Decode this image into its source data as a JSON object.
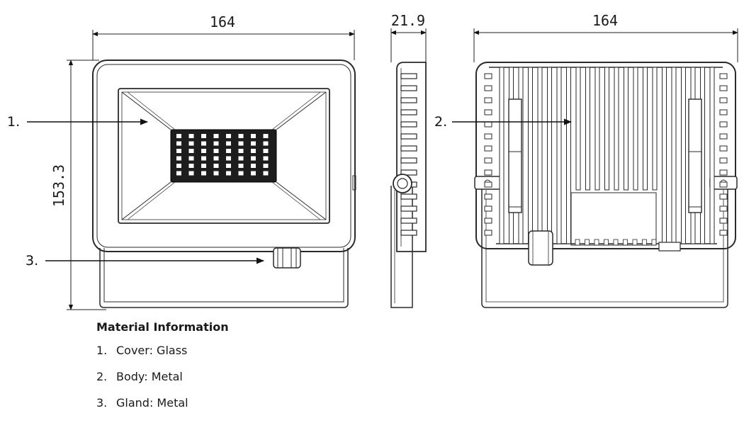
{
  "dimensions": {
    "front_width": "164",
    "side_depth": "21.9",
    "back_width": "164",
    "height": "153.3"
  },
  "callouts": [
    {
      "label": "1."
    },
    {
      "label": "2."
    },
    {
      "label": "3."
    }
  ],
  "legend": {
    "title": "Material Information",
    "items": [
      {
        "num": "1.",
        "text": "Cover: Glass"
      },
      {
        "num": "2.",
        "text": "Body: Metal"
      },
      {
        "num": "3.",
        "text": "Gland: Metal"
      }
    ]
  }
}
